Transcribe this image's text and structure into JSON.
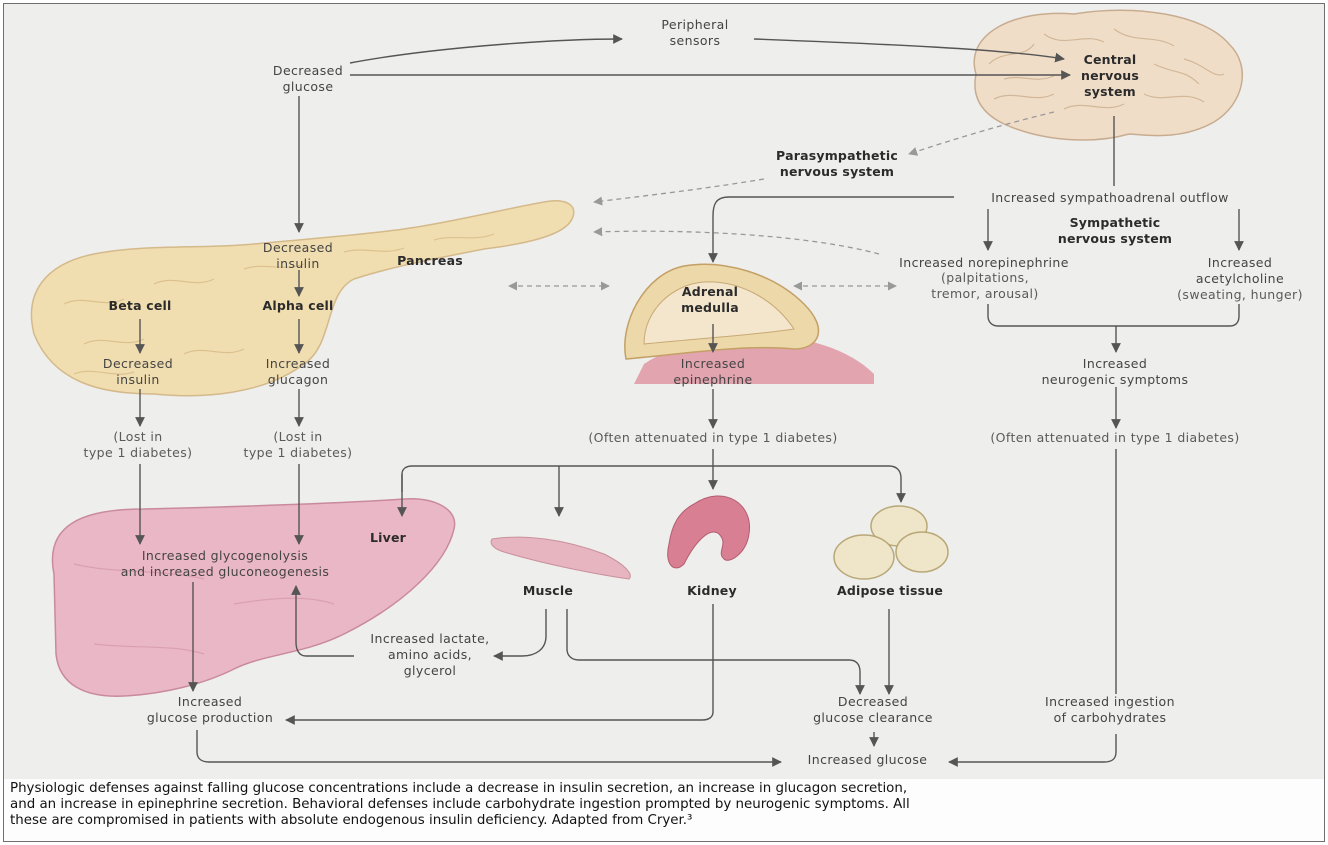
{
  "diagram": {
    "decreased_glucose": "Decreased\nglucose",
    "peripheral_sensors": "Peripheral\nsensors",
    "cns": "Central\nnervous\nsystem",
    "parasympathetic": "Parasympathetic\nnervous system",
    "sympathoadrenal": "Increased sympathoadrenal outflow",
    "sympathetic": "Sympathetic\nnervous system",
    "pancreas": "Pancreas",
    "decreased_insulin_top": "Decreased\ninsulin",
    "beta_cell": "Beta cell",
    "alpha_cell": "Alpha cell",
    "decreased_insulin_beta": "Decreased\ninsulin",
    "increased_glucagon": "Increased\nglucagon",
    "lost_beta": "(Lost in\ntype 1 diabetes)",
    "lost_alpha": "(Lost in\ntype 1 diabetes)",
    "adrenal_medulla": "Adrenal\nmedulla",
    "increased_epinephrine": "Increased\nepinephrine",
    "attenuated_epi": "(Often attenuated in type 1 diabetes)",
    "norepinephrine": "Increased norepinephrine",
    "norepinephrine_sub": "(palpitations,\ntremor, arousal)",
    "acetylcholine": "Increased\nacetylcholine",
    "acetylcholine_sub": "(sweating, hunger)",
    "neurogenic": "Increased\nneurogenic symptoms",
    "attenuated_neuro": "(Often attenuated in type 1 diabetes)",
    "liver": "Liver",
    "glycogenolysis": "Increased glycogenolysis\nand increased gluconeogenesis",
    "muscle": "Muscle",
    "kidney": "Kidney",
    "adipose": "Adipose tissue",
    "lactate": "Increased lactate,\namino acids,\nglycerol",
    "glucose_production": "Increased\nglucose production",
    "glucose_clearance": "Decreased\nglucose clearance",
    "ingestion": "Increased ingestion\nof carbohydrates",
    "increased_glucose": "Increased glucose"
  },
  "caption": "Physiologic defenses against falling glucose concentrations include a decrease in insulin secretion, an increase in glucagon secretion,\nand an increase in epinephrine secretion. Behavioral defenses include carbohydrate ingestion prompted by neurogenic symptoms. All\nthese are compromised in patients with absolute endogenous insulin deficiency. Adapted from Cryer.³",
  "colors": {
    "background": "#eeeeec",
    "arrow": "#555555",
    "pancreas": "#f1deb0",
    "liver": "#eab7c6",
    "brain": "#f0ddc8"
  }
}
